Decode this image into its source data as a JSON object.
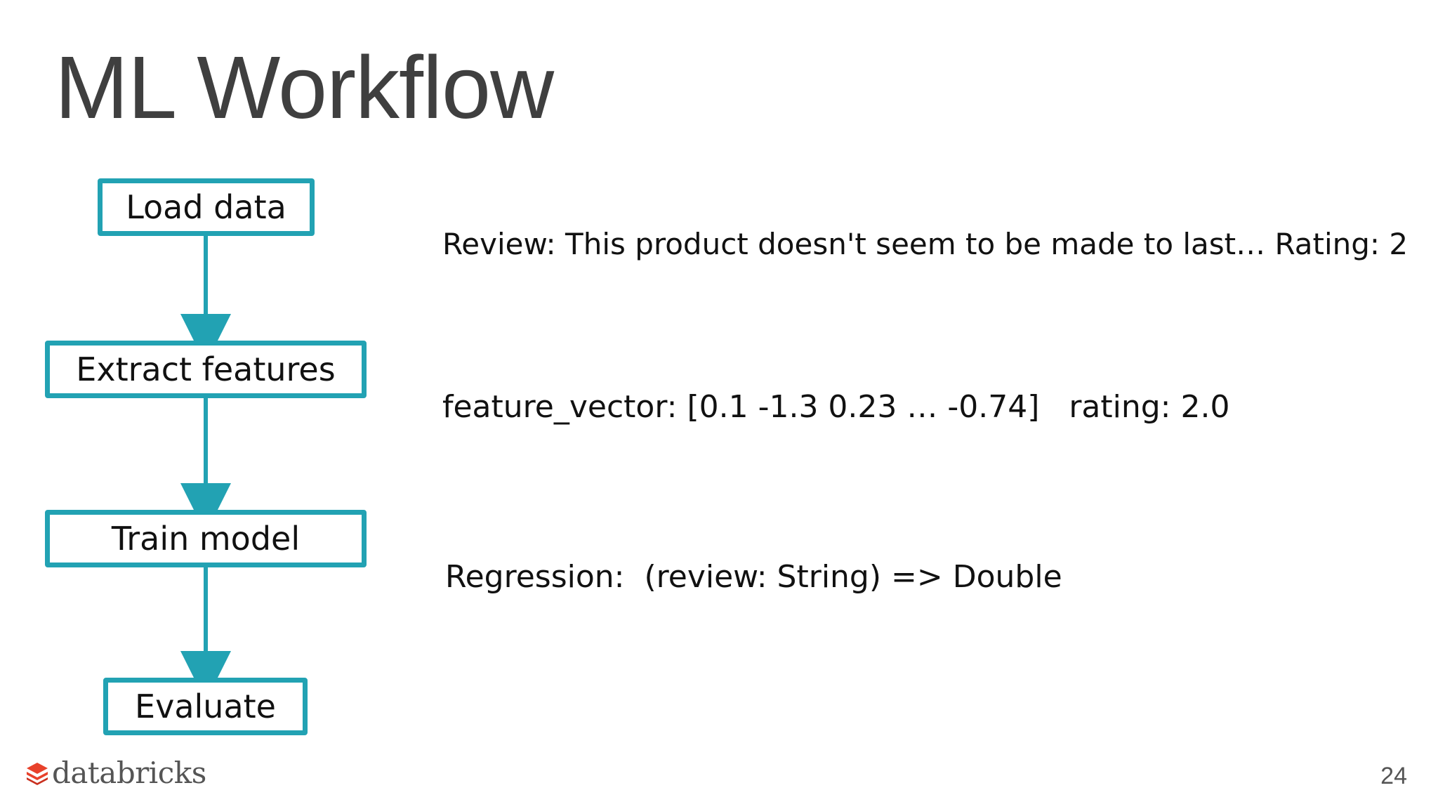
{
  "slide": {
    "title": "ML Workflow",
    "page_number": "24"
  },
  "workflow": {
    "steps": [
      {
        "label": "Load data"
      },
      {
        "label": "Extract features"
      },
      {
        "label": "Train model"
      },
      {
        "label": "Evaluate"
      }
    ]
  },
  "descriptions": {
    "review": "Review: This product doesn't seem to be made to last… Rating: 2",
    "feature_vector": "feature_vector: [0.1 -1.3 0.23 … -0.74]   rating: 2.0",
    "regression": "Regression:  (review: String) => Double"
  },
  "branding": {
    "logo_text": "databricks",
    "logo_icon": "databricks-logo-icon"
  },
  "colors": {
    "accent": "#22a2b3",
    "title": "#3f3f3f",
    "logo": "#e8412b"
  }
}
